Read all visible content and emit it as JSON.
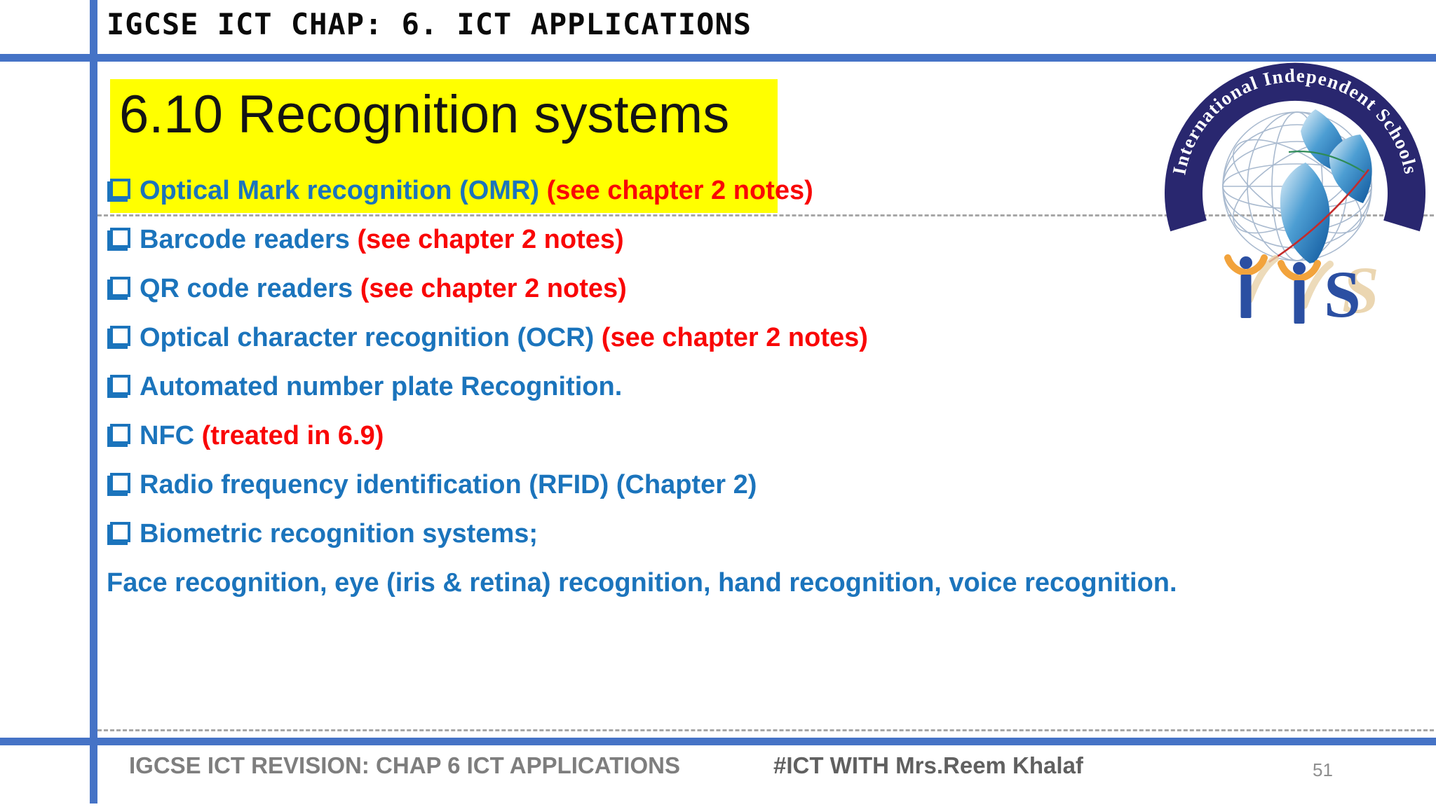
{
  "header": {
    "title": "IGCSE ICT CHAP: 6. ICT APPLICATIONS"
  },
  "title_block": {
    "text": "6.10 Recognition systems"
  },
  "bullets": [
    {
      "segments": [
        {
          "text": "Optical Mark recognition (OMR) ",
          "color": "blue"
        },
        {
          "text": "(see chapter 2 notes)",
          "color": "red"
        }
      ]
    },
    {
      "segments": [
        {
          "text": "Barcode readers ",
          "color": "blue"
        },
        {
          "text": "(see chapter 2 notes)",
          "color": "red"
        }
      ]
    },
    {
      "segments": [
        {
          "text": "QR code readers ",
          "color": "blue"
        },
        {
          "text": "(see chapter 2 notes)",
          "color": "red"
        }
      ]
    },
    {
      "segments": [
        {
          "text": "Optical character recognition (OCR) ",
          "color": "blue"
        },
        {
          "text": "(see chapter 2 notes)",
          "color": "red"
        }
      ]
    },
    {
      "segments": [
        {
          "text": "Automated number plate Recognition.",
          "color": "blue"
        }
      ]
    },
    {
      "segments": [
        {
          "text": "NFC ",
          "color": "blue"
        },
        {
          "text": "(treated in 6.9)",
          "color": "red"
        }
      ]
    },
    {
      "segments": [
        {
          "text": "Radio frequency identification (RFID) (Chapter 2)",
          "color": "blue"
        }
      ]
    },
    {
      "segments": [
        {
          "text": "Biometric recognition systems;",
          "color": "blue"
        }
      ]
    }
  ],
  "closing_line": "Face recognition, eye (iris & retina) recognition, hand recognition, voice recognition.",
  "logo": {
    "arc_text": "International Independent Schools",
    "monogram_s": "S"
  },
  "footer": {
    "left_text": "IGCSE ICT REVISION: CHAP 6 ICT APPLICATIONS",
    "right_text": "#ICT WITH Mrs.Reem Khalaf",
    "page_number": "51"
  },
  "colors": {
    "line_blue": "#4573C6",
    "text_blue": "#1B74BC",
    "note_red": "#F90606",
    "highlight_yellow": "#FFFF00",
    "logo_navy": "#29276F",
    "logo_orange": "#F2A33C",
    "logo_tan": "#E9D2A9",
    "logo_royal_blue": "#2B4FA2",
    "footer_gray": "#7E7E7E",
    "footer_dark_gray": "#606060",
    "page_number_gray": "#8F8F8F"
  }
}
